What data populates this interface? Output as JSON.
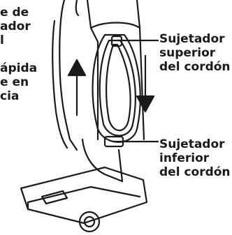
{
  "left_text": {
    "lines_top": [
      "e de",
      "ador",
      "l"
    ],
    "lines_bottom": [
      "ápida",
      "e en",
      "cia"
    ]
  },
  "callouts": {
    "upper": [
      "Sujetador",
      "superior",
      "del cordón"
    ],
    "lower": [
      "Sujetador",
      "inferior",
      "del cordón"
    ]
  },
  "colors": {
    "ink": "#1a1a1a",
    "paper": "#ffffff"
  }
}
